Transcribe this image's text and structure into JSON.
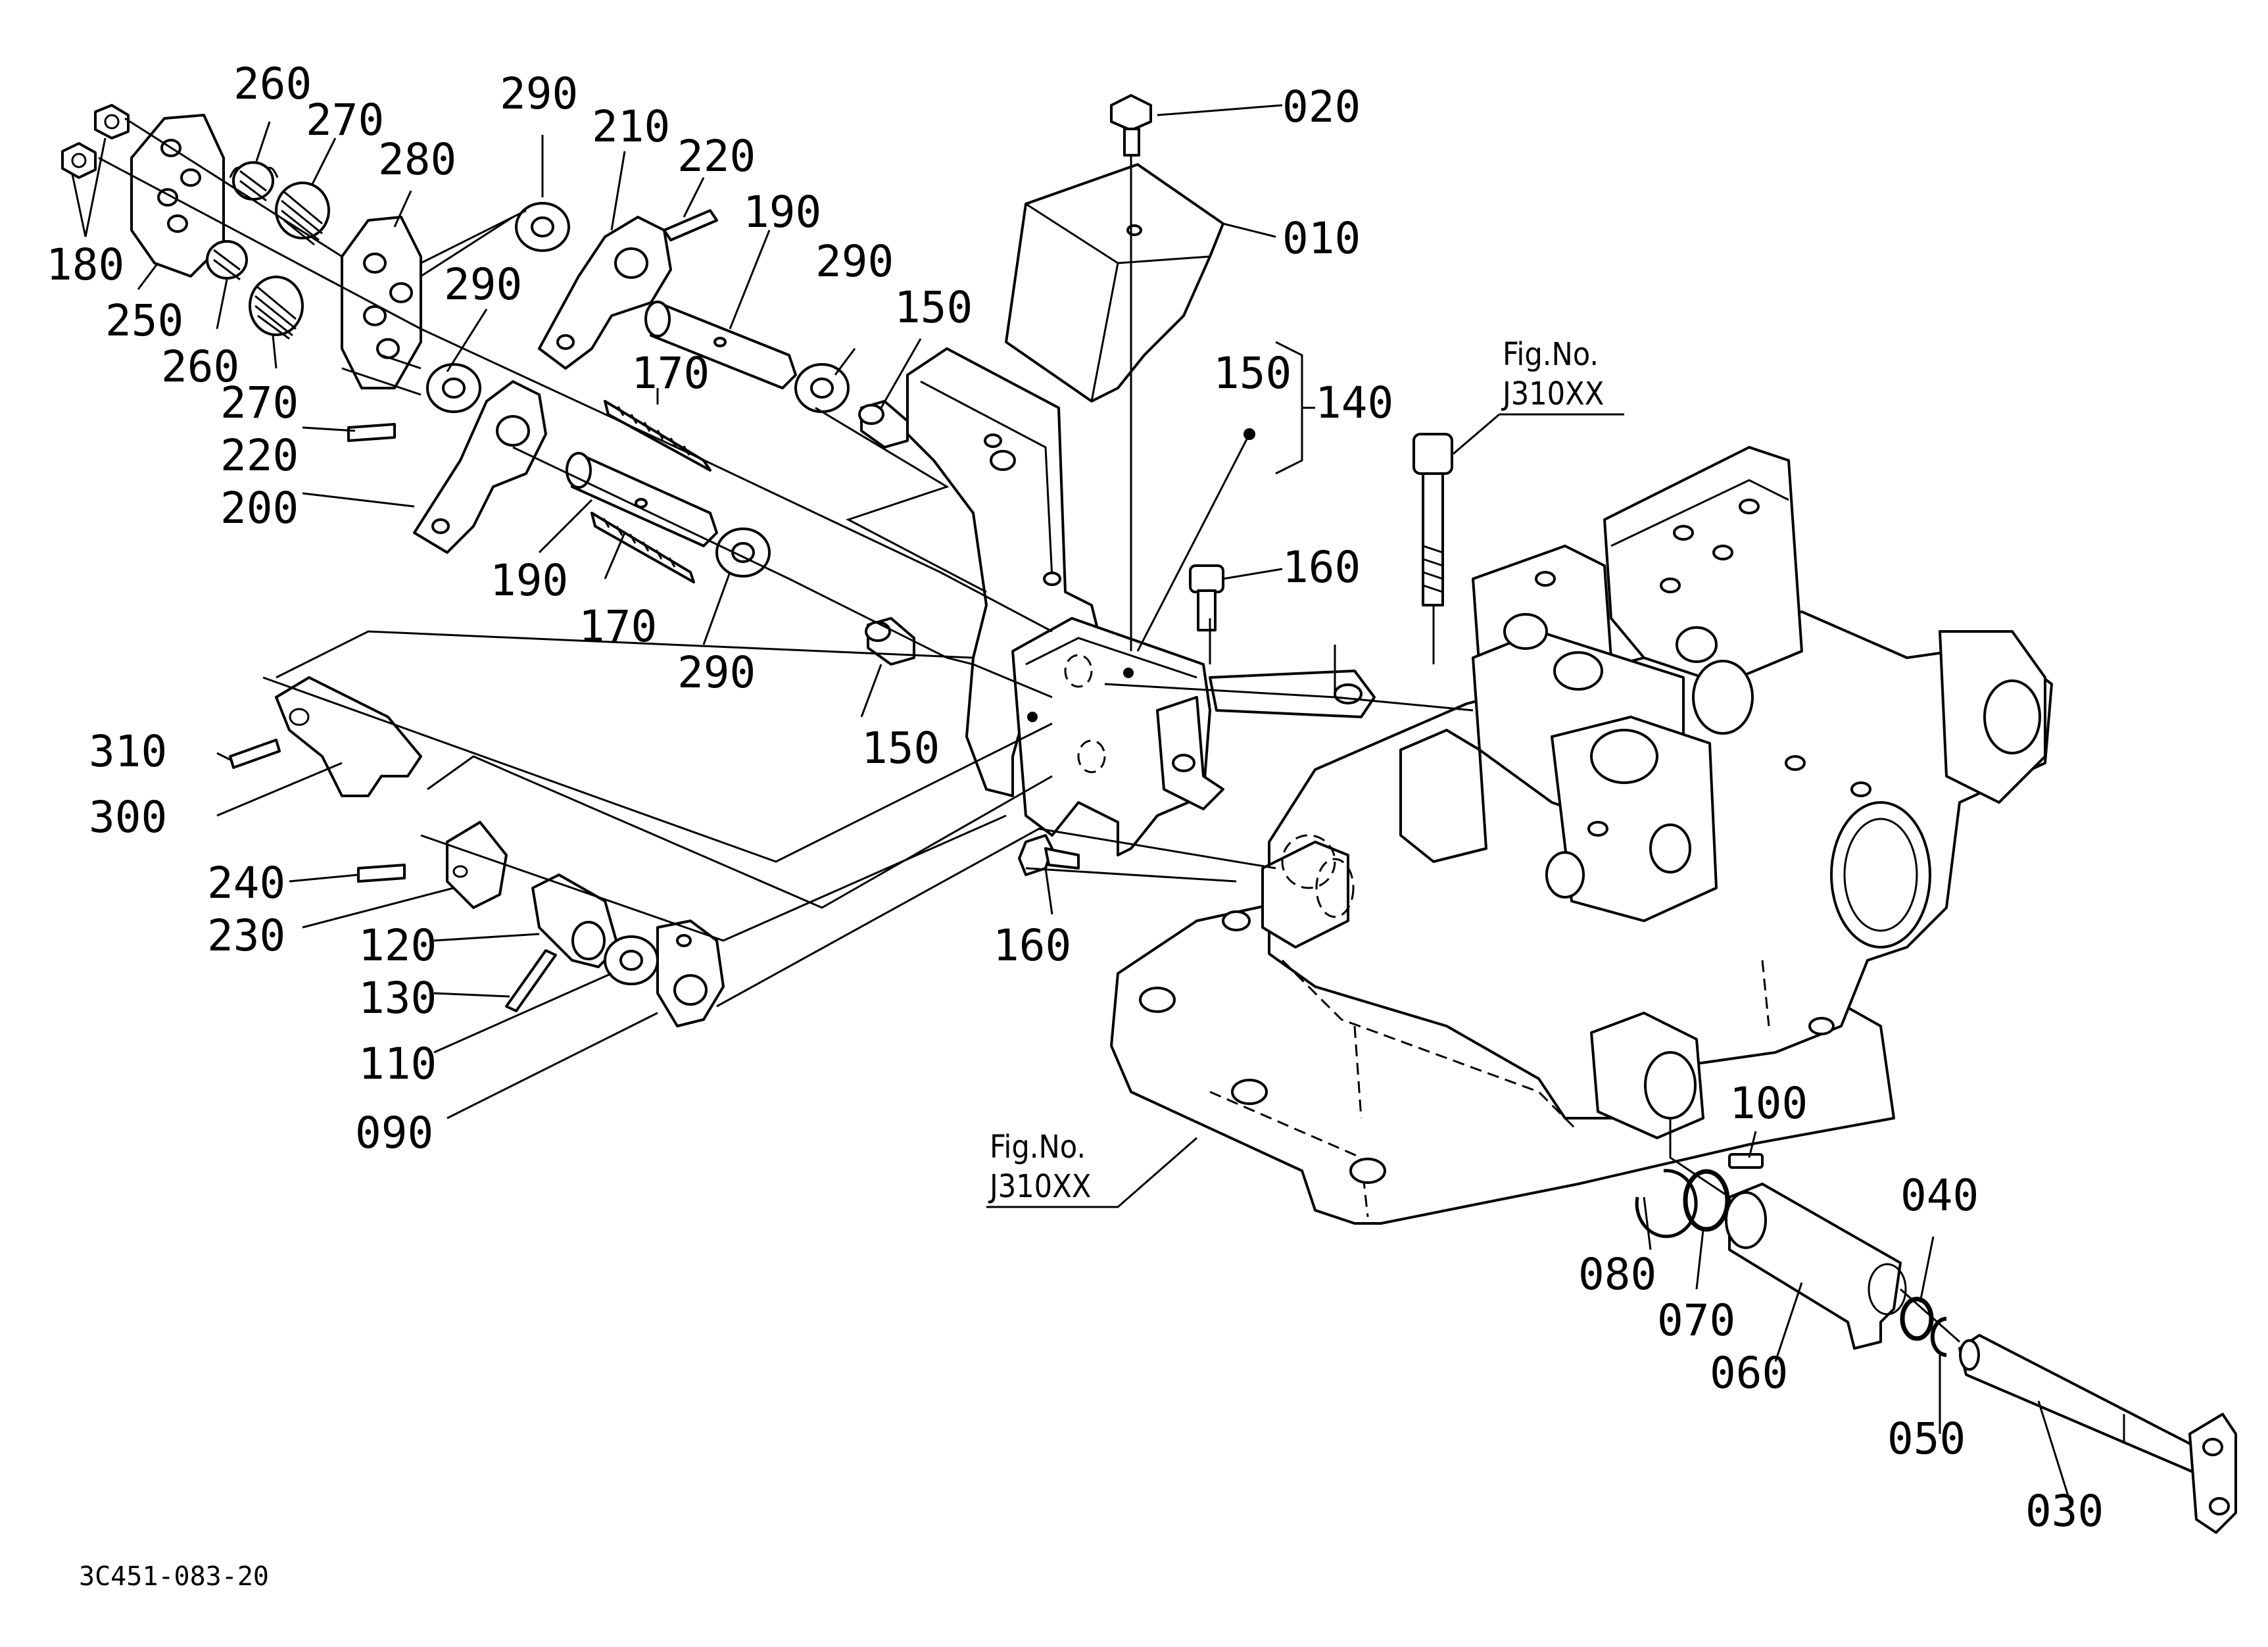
{
  "diagram": {
    "drawing_code": "3C451-083-20",
    "fig_refs": [
      {
        "line1": "Fig.No.",
        "line2": "J310XX"
      },
      {
        "line1": "Fig.No.",
        "line2": "J310XX"
      }
    ],
    "labels": [
      {
        "id": "010",
        "text": "010"
      },
      {
        "id": "020",
        "text": "020"
      },
      {
        "id": "030",
        "text": "030"
      },
      {
        "id": "040",
        "text": "040"
      },
      {
        "id": "050",
        "text": "050"
      },
      {
        "id": "060",
        "text": "060"
      },
      {
        "id": "070",
        "text": "070"
      },
      {
        "id": "080",
        "text": "080"
      },
      {
        "id": "090",
        "text": "090"
      },
      {
        "id": "100",
        "text": "100"
      },
      {
        "id": "110",
        "text": "110"
      },
      {
        "id": "120",
        "text": "120"
      },
      {
        "id": "130",
        "text": "130"
      },
      {
        "id": "140",
        "text": "140"
      },
      {
        "id": "150a",
        "text": "150"
      },
      {
        "id": "150b",
        "text": "150"
      },
      {
        "id": "150c",
        "text": "150"
      },
      {
        "id": "160a",
        "text": "160"
      },
      {
        "id": "160b",
        "text": "160"
      },
      {
        "id": "170a",
        "text": "170"
      },
      {
        "id": "170b",
        "text": "170"
      },
      {
        "id": "180",
        "text": "180"
      },
      {
        "id": "190a",
        "text": "190"
      },
      {
        "id": "190b",
        "text": "190"
      },
      {
        "id": "200",
        "text": "200"
      },
      {
        "id": "210",
        "text": "210"
      },
      {
        "id": "220a",
        "text": "220"
      },
      {
        "id": "220b",
        "text": "220"
      },
      {
        "id": "230",
        "text": "230"
      },
      {
        "id": "240",
        "text": "240"
      },
      {
        "id": "250",
        "text": "250"
      },
      {
        "id": "260a",
        "text": "260"
      },
      {
        "id": "260b",
        "text": "260"
      },
      {
        "id": "270a",
        "text": "270"
      },
      {
        "id": "270b",
        "text": "270"
      },
      {
        "id": "280",
        "text": "280"
      },
      {
        "id": "290a",
        "text": "290"
      },
      {
        "id": "290b",
        "text": "290"
      },
      {
        "id": "290c",
        "text": "290"
      },
      {
        "id": "290d",
        "text": "290"
      },
      {
        "id": "300",
        "text": "300"
      },
      {
        "id": "310",
        "text": "310"
      }
    ]
  }
}
